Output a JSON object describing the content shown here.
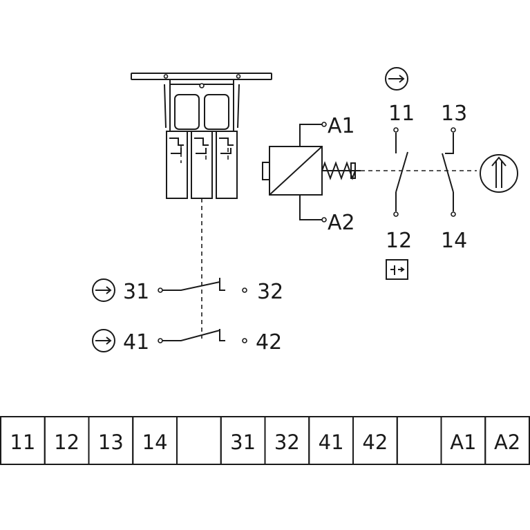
{
  "contact_labels": {
    "nc_terminal_1": "11",
    "nc_terminal_2": "12",
    "no_terminal_1": "13",
    "no_terminal_2": "14",
    "aux1_in": "31",
    "aux1_out": "32",
    "aux2_in": "41",
    "aux2_out": "42",
    "coil_top": "A1",
    "coil_bottom": "A2"
  },
  "terminal_strip": [
    "11",
    "12",
    "13",
    "14",
    "",
    "31",
    "32",
    "41",
    "42",
    "",
    "A1",
    "A2"
  ]
}
